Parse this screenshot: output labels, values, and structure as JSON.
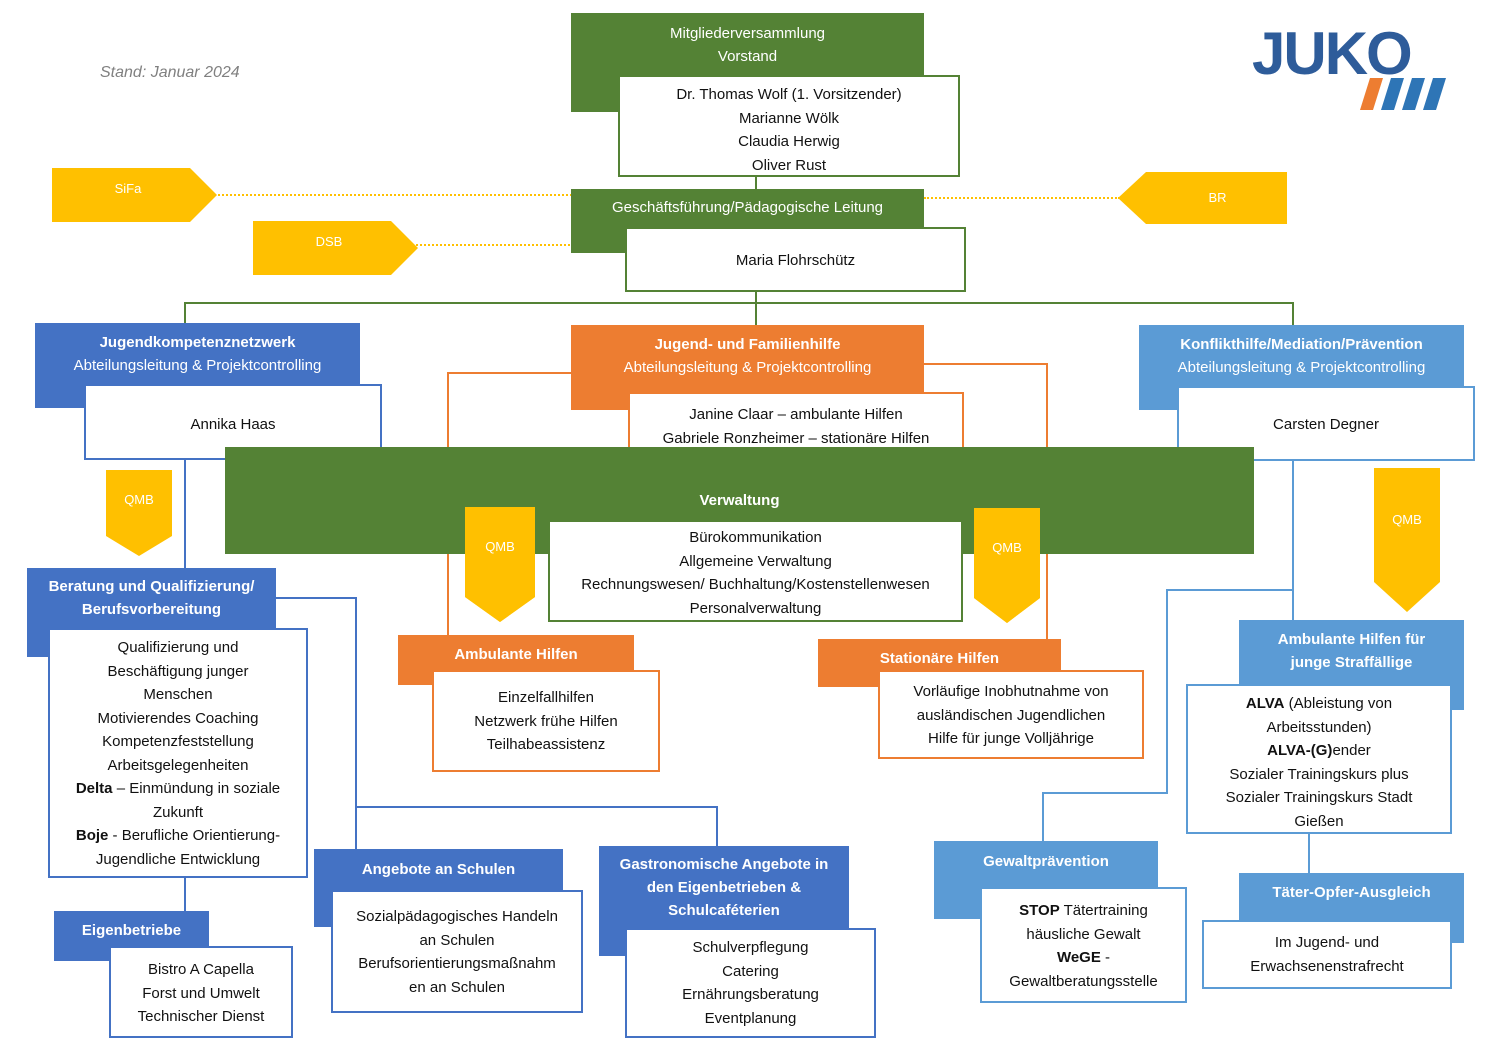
{
  "stand": "Stand: Januar 2024",
  "logo": {
    "text": "JUKO",
    "colors": {
      "primary": "#2E5C9A",
      "stripe": "#ED7D31",
      "stripe2": "#2E75B6"
    }
  },
  "colors": {
    "green": "#548235",
    "orange": "#ED7D31",
    "blue": "#4472C4",
    "lightblue": "#5B9BD5",
    "yellow": "#FFC000"
  },
  "mv": {
    "title1": "Mitgliederversammlung",
    "title2": "Vorstand",
    "members": [
      "Dr. Thomas Wolf (1. Vorsitzender)",
      "Marianne Wölk",
      "Claudia Herwig",
      "Oliver Rust"
    ]
  },
  "gf": {
    "title": "Geschäftsführung/Pädagogische Leitung",
    "name": "Maria Flohrschütz"
  },
  "badges": {
    "sifa": "SiFa",
    "dsb": "DSB",
    "br": "BR",
    "qmb": "QMB"
  },
  "jkn": {
    "title": "Jugendkompetenznetzwerk",
    "subtitle": "Abteilungsleitung & Projektcontrolling",
    "name": "Annika Haas"
  },
  "jfh": {
    "title": "Jugend- und Familienhilfe",
    "subtitle": "Abteilungsleitung & Projektcontrolling",
    "names": [
      "Janine Claar – ambulante Hilfen",
      "Gabriele Ronzheimer – stationäre Hilfen"
    ]
  },
  "kmp": {
    "title": "Konflikthilfe/Mediation/Prävention",
    "subtitle": "Abteilungsleitung & Projektcontrolling",
    "name": "Carsten Degner"
  },
  "verwaltung": {
    "title": "Verwaltung",
    "items": [
      "Bürokommunikation",
      "Allgemeine Verwaltung",
      "Rechnungswesen/ Buchhaltung/Kostenstellenwesen",
      "Personalverwaltung"
    ]
  },
  "beratung": {
    "title1": "Beratung und Qualifizierung/",
    "title2": "Berufsvorbereitung",
    "items": [
      "Qualifizierung und",
      "Beschäftigung junger",
      "Menschen",
      "Motivierendes Coaching",
      "Kompetenzfeststellung",
      "Arbeitsgelegenheiten"
    ],
    "delta_bold": "Delta",
    "delta_rest": " – Einmündung in soziale",
    "delta_line2": "Zukunft",
    "boje_bold": "Boje",
    "boje_rest": " - Berufliche Orientierung-",
    "boje_line2": "Jugendliche Entwicklung"
  },
  "eigen": {
    "title": "Eigenbetriebe",
    "items": [
      "Bistro A Capella",
      "Forst und Umwelt",
      "Technischer Dienst"
    ]
  },
  "schulen": {
    "title": "Angebote an Schulen",
    "items": [
      "Sozialpädagogisches Handeln",
      "an Schulen",
      "Berufsorientierungsmaßnahm",
      "en an Schulen"
    ]
  },
  "gastro": {
    "title1": "Gastronomische Angebote in",
    "title2": "den Eigenbetrieben &",
    "title3": "Schulcaféterien",
    "items": [
      "Schulverpflegung",
      "Catering",
      "Ernährungsberatung",
      "Eventplanung"
    ]
  },
  "amb": {
    "title": "Ambulante Hilfen",
    "items": [
      "Einzelfallhilfen",
      "Netzwerk frühe Hilfen",
      "Teilhabeassistenz"
    ]
  },
  "stat": {
    "title": "Stationäre Hilfen",
    "items": [
      "Vorläufige Inobhutnahme von",
      "ausländischen Jugendlichen",
      "Hilfe für junge Volljährige"
    ]
  },
  "ambstraf": {
    "title1": "Ambulante Hilfen für",
    "title2": "junge Straffällige",
    "alva_bold": "ALVA",
    "alva_rest": " (Ableistung von",
    "alva_line2": "Arbeitsstunden)",
    "alvag_bold": "ALVA-(G)",
    "alvag_rest": "ender",
    "items": [
      "Sozialer Trainingskurs plus",
      "Sozialer Trainingskurs Stadt",
      "Gießen"
    ]
  },
  "gewalt": {
    "title": "Gewaltprävention",
    "stop_bold": "STOP",
    "stop_rest": " Tätertraining",
    "stop_line2": "häusliche Gewalt",
    "wege_bold": "WeGE",
    "wege_rest": " -",
    "wege_line2": "Gewaltberatungsstelle"
  },
  "toa": {
    "title": "Täter-Opfer-Ausgleich",
    "items": [
      "Im Jugend- und",
      "Erwachsenenstrafrecht"
    ]
  }
}
